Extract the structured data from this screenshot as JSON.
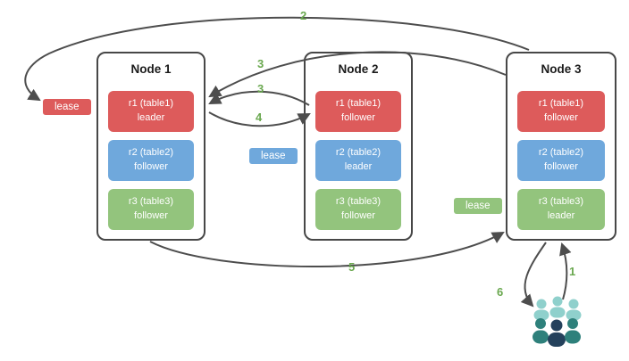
{
  "nodes": [
    {
      "title": "Node 1",
      "replicas": [
        {
          "line1": "r1 (table1)",
          "line2": "leader",
          "color": "red"
        },
        {
          "line1": "r2 (table2)",
          "line2": "follower",
          "color": "blue"
        },
        {
          "line1": "r3 (table3)",
          "line2": "follower",
          "color": "green"
        }
      ]
    },
    {
      "title": "Node 2",
      "replicas": [
        {
          "line1": "r1 (table1)",
          "line2": "follower",
          "color": "red"
        },
        {
          "line1": "r2 (table2)",
          "line2": "leader",
          "color": "blue"
        },
        {
          "line1": "r3 (table3)",
          "line2": "follower",
          "color": "green"
        }
      ]
    },
    {
      "title": "Node 3",
      "replicas": [
        {
          "line1": "r1 (table1)",
          "line2": "follower",
          "color": "red"
        },
        {
          "line1": "r2 (table2)",
          "line2": "follower",
          "color": "blue"
        },
        {
          "line1": "r3 (table3)",
          "line2": "leader",
          "color": "green"
        }
      ]
    }
  ],
  "leases": [
    {
      "label": "lease",
      "color": "red"
    },
    {
      "label": "lease",
      "color": "blue"
    },
    {
      "label": "lease",
      "color": "green"
    }
  ],
  "steps": {
    "step1": "1",
    "step2": "2",
    "step3a": "3",
    "step3b": "3",
    "step4": "4",
    "step5": "5",
    "step6": "6"
  },
  "icons": {
    "users": "users-group-icon"
  },
  "colors": {
    "red": "#dd5b5b",
    "blue": "#6fa8dc",
    "green": "#93c47d",
    "step_label": "#6aa84f",
    "arrow": "#4d4d4d",
    "node_border": "#474747",
    "users_light": "#8fd0cc",
    "users_teal": "#2e807b",
    "users_navy": "#24415c"
  }
}
